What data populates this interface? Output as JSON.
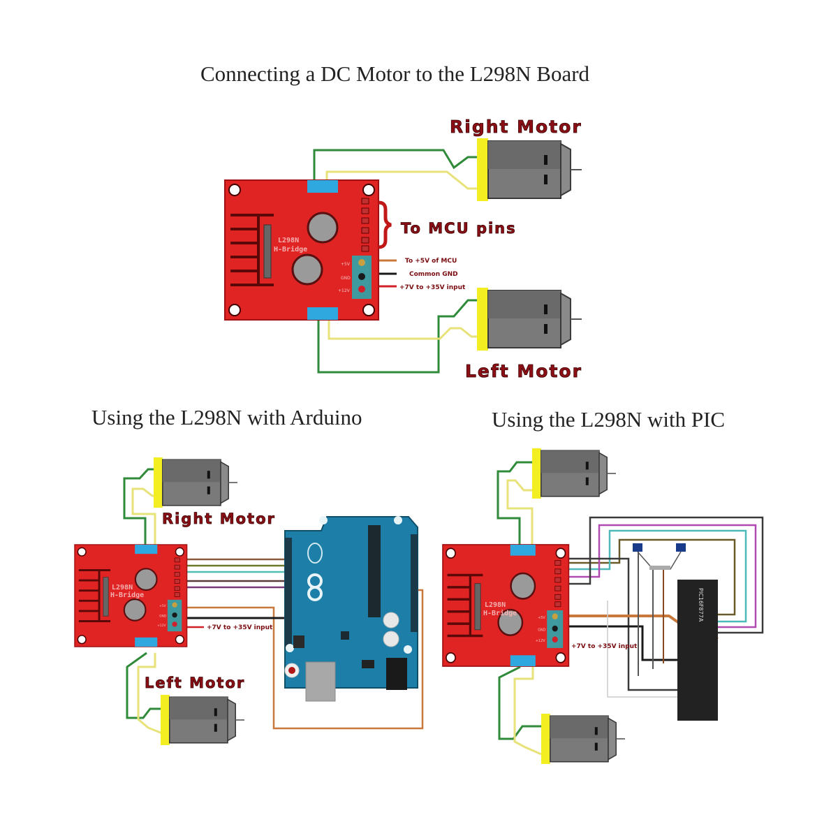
{
  "titles": {
    "main": "Connecting a DC Motor to the L298N Board",
    "arduino": "Using the L298N with Arduino",
    "pic": "Using the L298N with PIC"
  },
  "top_diagram": {
    "right_motor_label": "Right Motor",
    "left_motor_label": "Left Motor",
    "mcu_pins_label": "To MCU pins",
    "board_label_line1": "L298N",
    "board_label_line2": "H-Bridge",
    "power_terminals": [
      {
        "pin": "+5V",
        "label": "To +5V of MCU",
        "wire_color": "#c8783a"
      },
      {
        "pin": "GND",
        "label": "Common GND",
        "wire_color": "#1a1a1a"
      },
      {
        "pin": "+12V",
        "label": "+7V to +35V input",
        "wire_color": "#d0202a"
      }
    ]
  },
  "arduino_diagram": {
    "right_motor_label": "Right Motor",
    "left_motor_label": "Left Motor",
    "board_label_line1": "L298N",
    "board_label_line2": "H-Bridge",
    "power_label": "+7V to +35V input",
    "signal_wire_colors": [
      "#8a5a3a",
      "#6b7a2a",
      "#4fc0b0",
      "#5a3a3a",
      "#7a3a7a"
    ]
  },
  "pic_diagram": {
    "board_label_line1": "L298N",
    "board_label_line2": "H-Bridge",
    "power_label": "+7V to +35V input",
    "chip_label": "PIC16F877A",
    "signal_wire_colors": [
      "#6a5a2a",
      "#4fb8b8",
      "#b04ab0",
      "#3a3a3a"
    ]
  },
  "colors": {
    "board_red": "#e02424",
    "terminal_blue": "#2fa8e0",
    "motor_gray": "#6e6e6e",
    "motor_cap_yellow": "#f2ee22",
    "wire_green": "#2f8a3a",
    "wire_yellow": "#e8e27a",
    "arduino_blue": "#1d7fa8",
    "chip_black": "#222222"
  }
}
